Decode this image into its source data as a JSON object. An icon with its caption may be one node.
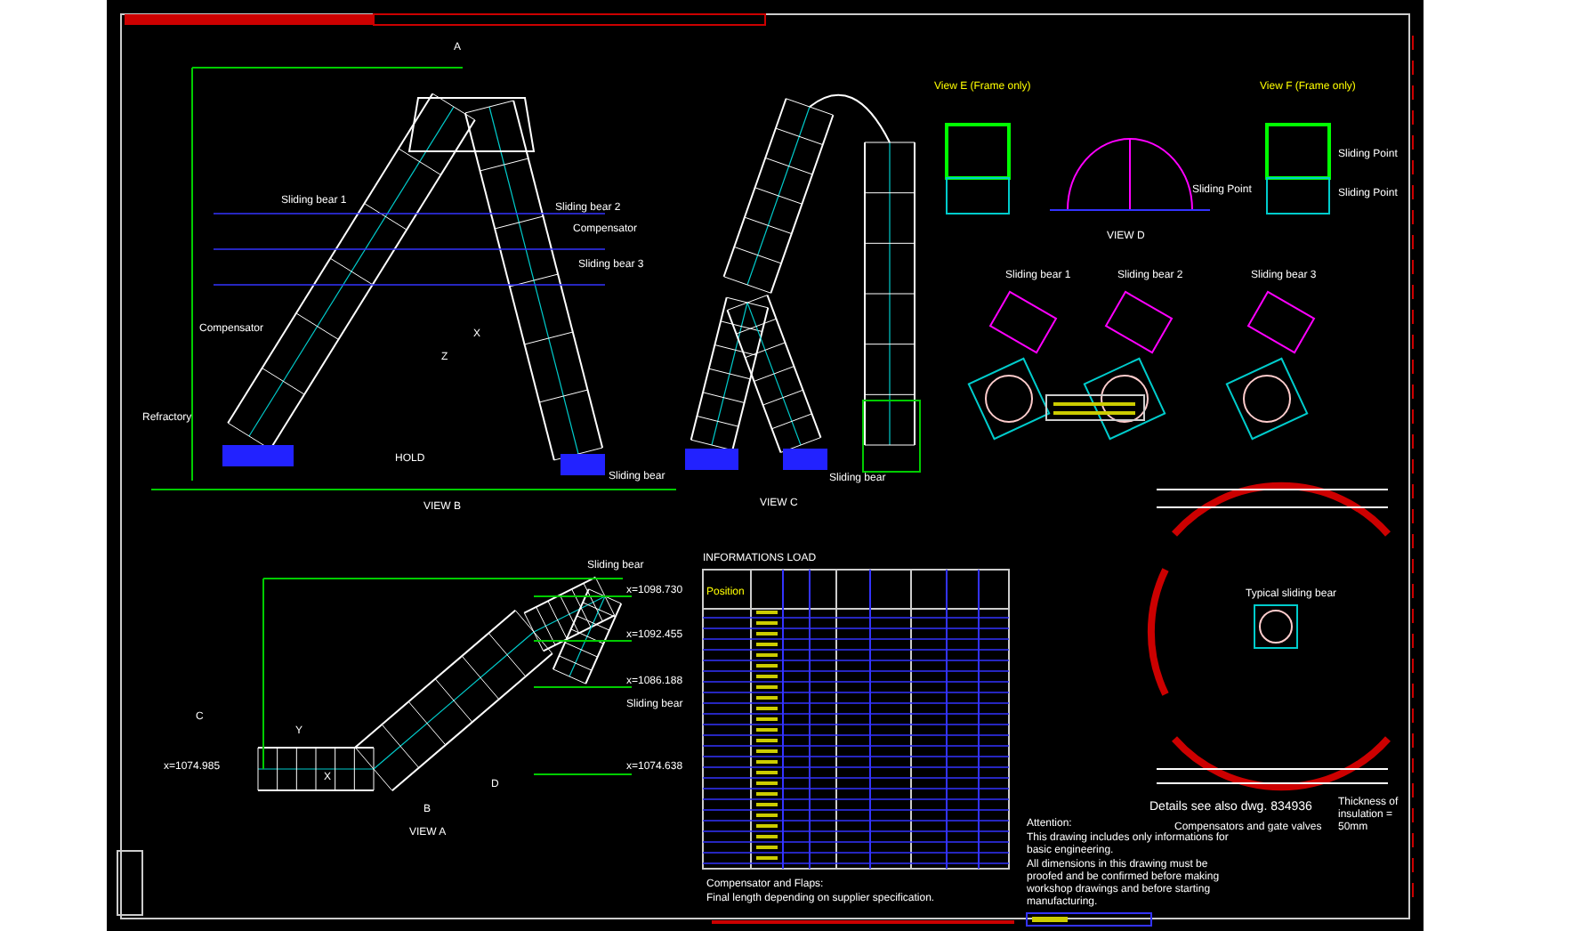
{
  "diagram": {
    "labels": [
      "A",
      "Sliding bear 1",
      "Sliding bear 2",
      "Compensator",
      "Sliding bear 3",
      "Compensator",
      "Refractory",
      "HOLD",
      "Sliding bear",
      "X",
      "Z",
      "VIEW B",
      "Sliding bear",
      "VIEW C",
      "View E (Frame only)",
      "View F (Frame only)",
      "VIEW D",
      "Sliding Point",
      "Sliding Point",
      "Sliding Point",
      "Sliding bear 1",
      "Sliding bear 2",
      "Sliding bear 3",
      "Sliding bear",
      "x=1098.730",
      "x=1092.455",
      "x=1086.188",
      "Sliding bear",
      "x=1074.985",
      "x=1074.638",
      "C",
      "Y",
      "X",
      "D",
      "B",
      "VIEW A",
      "INFORMATIONS LOAD",
      "Position",
      "Typical sliding bear",
      "Details see also dwg. 834936",
      "Thickness of insulation = 50mm",
      "Compensators and gate valves",
      "Attention:",
      "This drawing includes only informations for basic engineering.",
      "All dimensions in this drawing must be proofed and be confirmed before making workshop drawings and before starting manufacturing.",
      "Compensator and Flaps:",
      "Final length depending on supplier specification."
    ]
  }
}
